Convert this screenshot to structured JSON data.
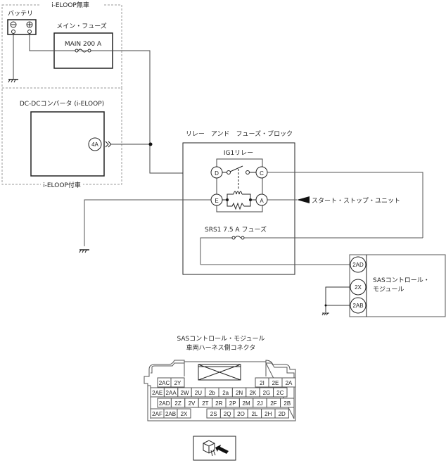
{
  "diagram": {
    "no_eloop_label": "i-ELOOP無車",
    "with_eloop_label": "i-ELOOP付車",
    "battery": {
      "label": "バッテリ",
      "neg": "⊖",
      "pos": "⊕"
    },
    "main_fuse": {
      "label": "メイン・フューズ",
      "rating": "MAIN 200 A"
    },
    "dcdc": {
      "label": "DC-DCコンバータ (i-ELOOP)",
      "terminal": "4A"
    },
    "relay_block": {
      "label": "リレー　アンド　フューズ・ブロック",
      "relay_label": "IG1リレー",
      "terminals": {
        "D": "D",
        "C": "C",
        "E": "E",
        "A": "A"
      },
      "srs_fuse": "SRS1 7.5 A フューズ"
    },
    "start_stop": "スタート・ストップ・ユニット",
    "sas": {
      "label_line1": "SASコントロール・",
      "label_line2": "モジュール",
      "terminals": [
        "2AD",
        "2X",
        "2AB"
      ]
    }
  },
  "connector": {
    "title_line1": "SASコントロール・モジュール",
    "title_line2": "車両ハーネス側コネクタ",
    "row1_left": [
      "2AC",
      "2Y"
    ],
    "row1_right": [
      "2I",
      "2E",
      "2A"
    ],
    "row2": [
      "2AE",
      "2AA",
      "2W",
      "2U",
      "2b",
      "2a",
      "2N",
      "2K",
      "2G",
      "2C"
    ],
    "row3": [
      "2AD",
      "2Z",
      "2V",
      "2T",
      "2R",
      "2P",
      "2M",
      "2J",
      "2F",
      "2B"
    ],
    "row4_left": [
      "2AF",
      "2AB",
      "2X"
    ],
    "row4_right": [
      "2S",
      "2Q",
      "2O",
      "2L",
      "2H",
      "2D"
    ]
  }
}
